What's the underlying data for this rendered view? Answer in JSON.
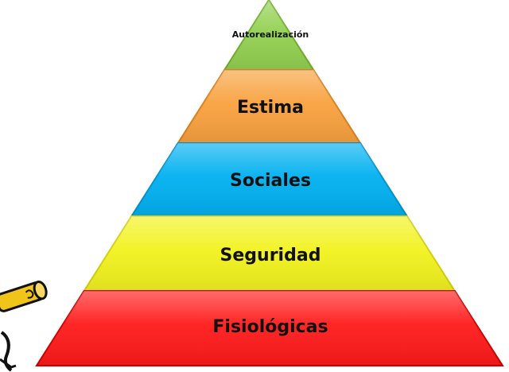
{
  "pyramid": {
    "levels": [
      {
        "label": "Autorealización",
        "color": "#92d050",
        "edge": "#6fae2e"
      },
      {
        "label": "Estima",
        "color": "#f8a13e",
        "edge": "#d97f1e"
      },
      {
        "label": "Sociales",
        "color": "#00b0f0",
        "edge": "#0090cc"
      },
      {
        "label": "Seguridad",
        "color": "#f2f21e",
        "edge": "#cfcf10"
      },
      {
        "label": "Fisiológicas",
        "color": "#ff1a1a",
        "edge": "#cc0000"
      }
    ]
  },
  "decoration": {
    "icon": "pencil-figure-icon"
  }
}
